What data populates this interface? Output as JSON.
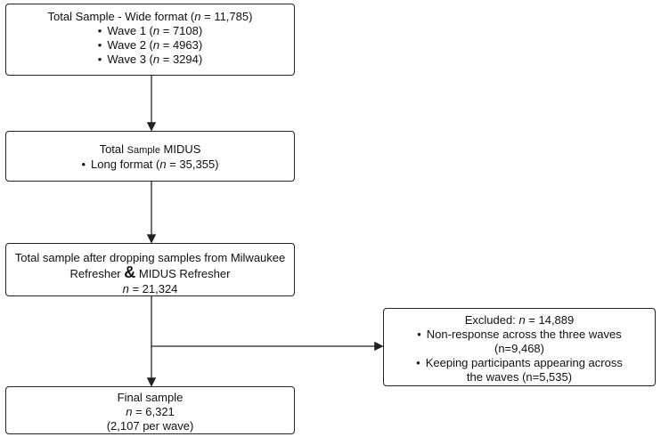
{
  "boxes": {
    "total_wide": {
      "title_prefix": "Total Sample - Wide format (",
      "n_symbol": "n",
      "title_value": " = 11,785)",
      "items": [
        {
          "label": "Wave 1 (",
          "n": "n",
          "value": " = 7108)"
        },
        {
          "label": "Wave 2 (",
          "n": "n",
          "value": " = 4963)"
        },
        {
          "label": "Wave 3 (",
          "n": "n",
          "value": " = 3294)"
        }
      ]
    },
    "total_midus": {
      "title_a": "Total ",
      "title_small": "Sample",
      "title_b": " MIDUS",
      "item_label": "Long format (",
      "item_n": "n",
      "item_value": " = 35,355)"
    },
    "after_drop": {
      "line1": "Total sample after dropping samples from Milwaukee",
      "line2_a": "Refresher ",
      "line2_amp": "&",
      "line2_b": " MIDUS Refresher",
      "n_symbol": "n",
      "n_value": " = 21,324"
    },
    "excluded": {
      "title_prefix": "Excluded: ",
      "n_symbol": "n",
      "title_value": " = 14,889",
      "item1_line1": "Non-response across the three waves",
      "item1_line2": "(n=9,468)",
      "item2_line1": "Keeping participants appearing across",
      "item2_line2": "the waves (n=5,535)"
    },
    "final": {
      "title": "Final sample",
      "n_symbol": "n",
      "n_value": " = 6,321",
      "per_wave": "(2,107 per wave)"
    }
  },
  "bullet_glyph": "•",
  "colors": {
    "stroke": "#222222",
    "text": "#111111",
    "background": "#ffffff"
  }
}
